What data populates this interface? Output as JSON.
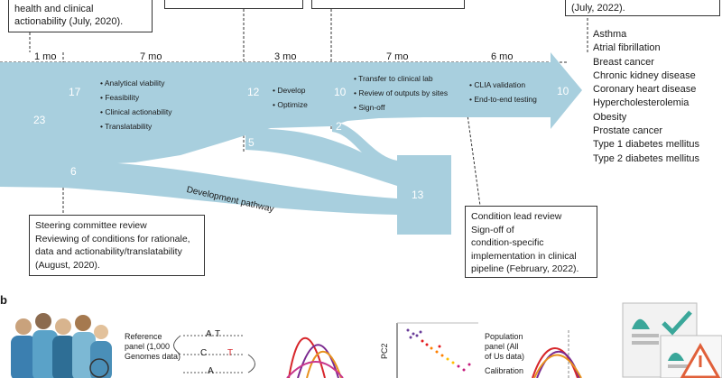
{
  "panel_a": {
    "top_left_box": [
      "health and clinical",
      "actionability (July, 2020)."
    ],
    "top_right_box": [
      "(July, 2022)."
    ],
    "durations": [
      "1 mo",
      "7 mo",
      "3 mo",
      "7 mo",
      "6 mo"
    ],
    "counts": {
      "start": "23",
      "after_steering": "17",
      "steering_exit": "6",
      "after_dev": "12",
      "dev_exit": "5",
      "after_transfer": "10",
      "transfer_exit": "2",
      "final": "10",
      "pathway_total": "13"
    },
    "phase_bullets": {
      "feasibility": [
        "• Analytical viability",
        "• Feasibility",
        "• Clinical actionability",
        "• Translatability"
      ],
      "development": [
        "• Develop",
        "• Optimize"
      ],
      "transfer": [
        "• Transfer to clinical lab",
        "• Review of outputs by sites",
        "• Sign-off"
      ],
      "validation": [
        "• CLIA validation",
        "• End-to-end testing"
      ]
    },
    "pathway_label": "Development pathway",
    "conditions": [
      "Asthma",
      "Atrial fibrillation",
      "Breast cancer",
      "Chronic kidney disease",
      "Coronary heart disease",
      "Hypercholesterolemia",
      "Obesity",
      "Prostate cancer",
      "Type 1 diabetes mellitus",
      "Type 2 diabetes mellitus"
    ],
    "steering_box": [
      "Steering committee review",
      "Reviewing of conditions for rationale,",
      "data and actionability/translatability",
      "(August, 2020)."
    ],
    "condition_lead_box": [
      "Condition lead review",
      "Sign-off of",
      "condition-specific",
      "implementation in clinical",
      "pipeline (February, 2022)."
    ]
  },
  "panel_b": {
    "label": "b",
    "reference_panel": [
      "Reference",
      "panel (1,000",
      "Genomes data)"
    ],
    "sequence_letters": [
      "A",
      "T",
      "C",
      "T",
      "A"
    ],
    "axis_label": "PC2",
    "population_panel": [
      "Population",
      "panel (All",
      "of Us data)"
    ],
    "calibration": "Calibration"
  },
  "colors": {
    "flow": "#a8cfde",
    "flow_text": "#ffffff",
    "line": "#333333",
    "report_green": "#3aa79a",
    "warning_orange": "#e0603a"
  }
}
